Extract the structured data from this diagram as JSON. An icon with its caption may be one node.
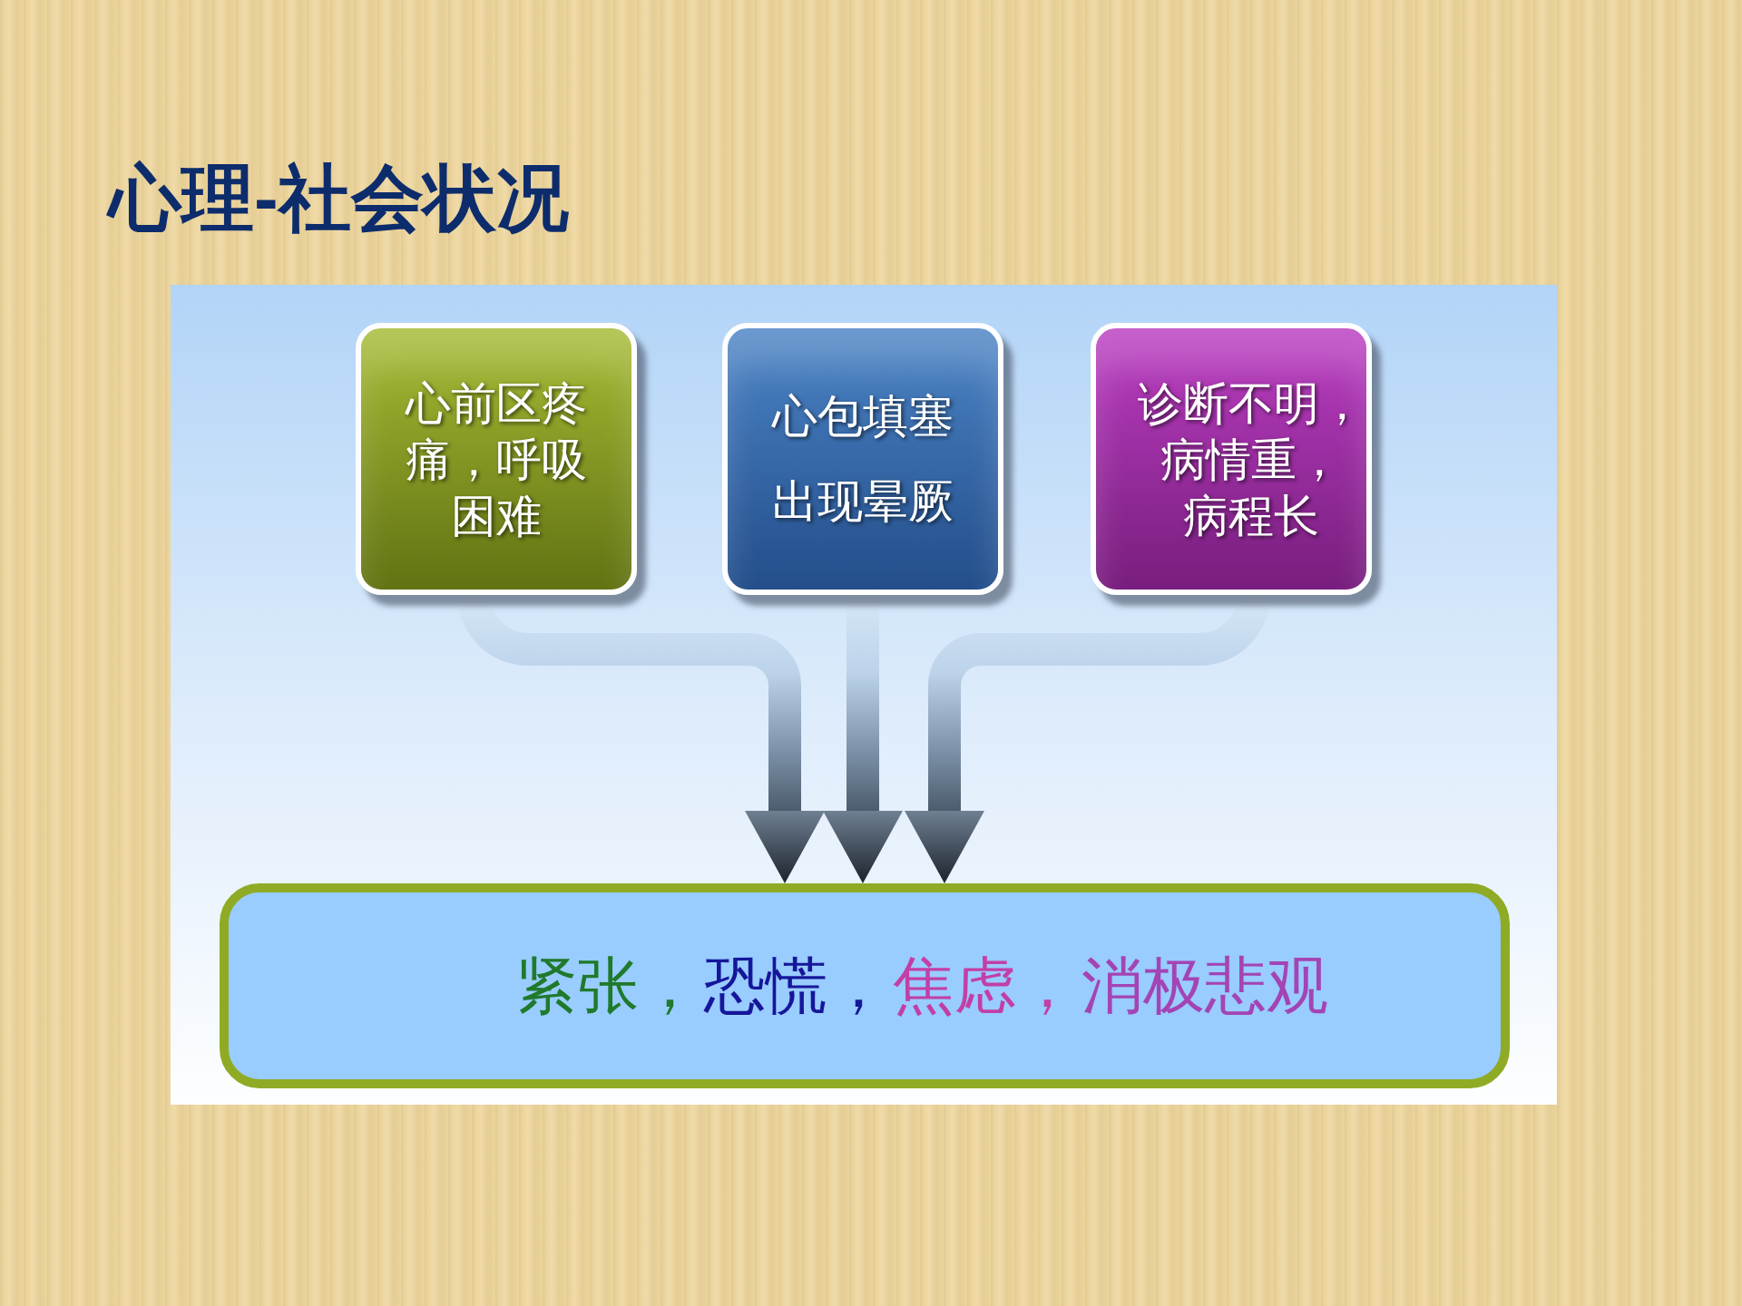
{
  "diagram": {
    "title": "心理-社会状况",
    "nodes": [
      {
        "text": [
          "心前区疼痛，呼吸困难"
        ]
      },
      {
        "text": [
          "心包填塞",
          "出现晕厥"
        ]
      },
      {
        "text": [
          "诊断不明，",
          "病情重，",
          "病程长"
        ]
      },
      {
        "text": [
          "紧张，",
          "恐慌，",
          "焦虑，",
          "消极悲观"
        ]
      }
    ],
    "edges": [
      {
        "from": 0,
        "to": 3,
        "arrow": "to"
      },
      {
        "from": 1,
        "to": 3,
        "arrow": "to"
      },
      {
        "from": 2,
        "to": 3,
        "arrow": "to"
      }
    ]
  }
}
